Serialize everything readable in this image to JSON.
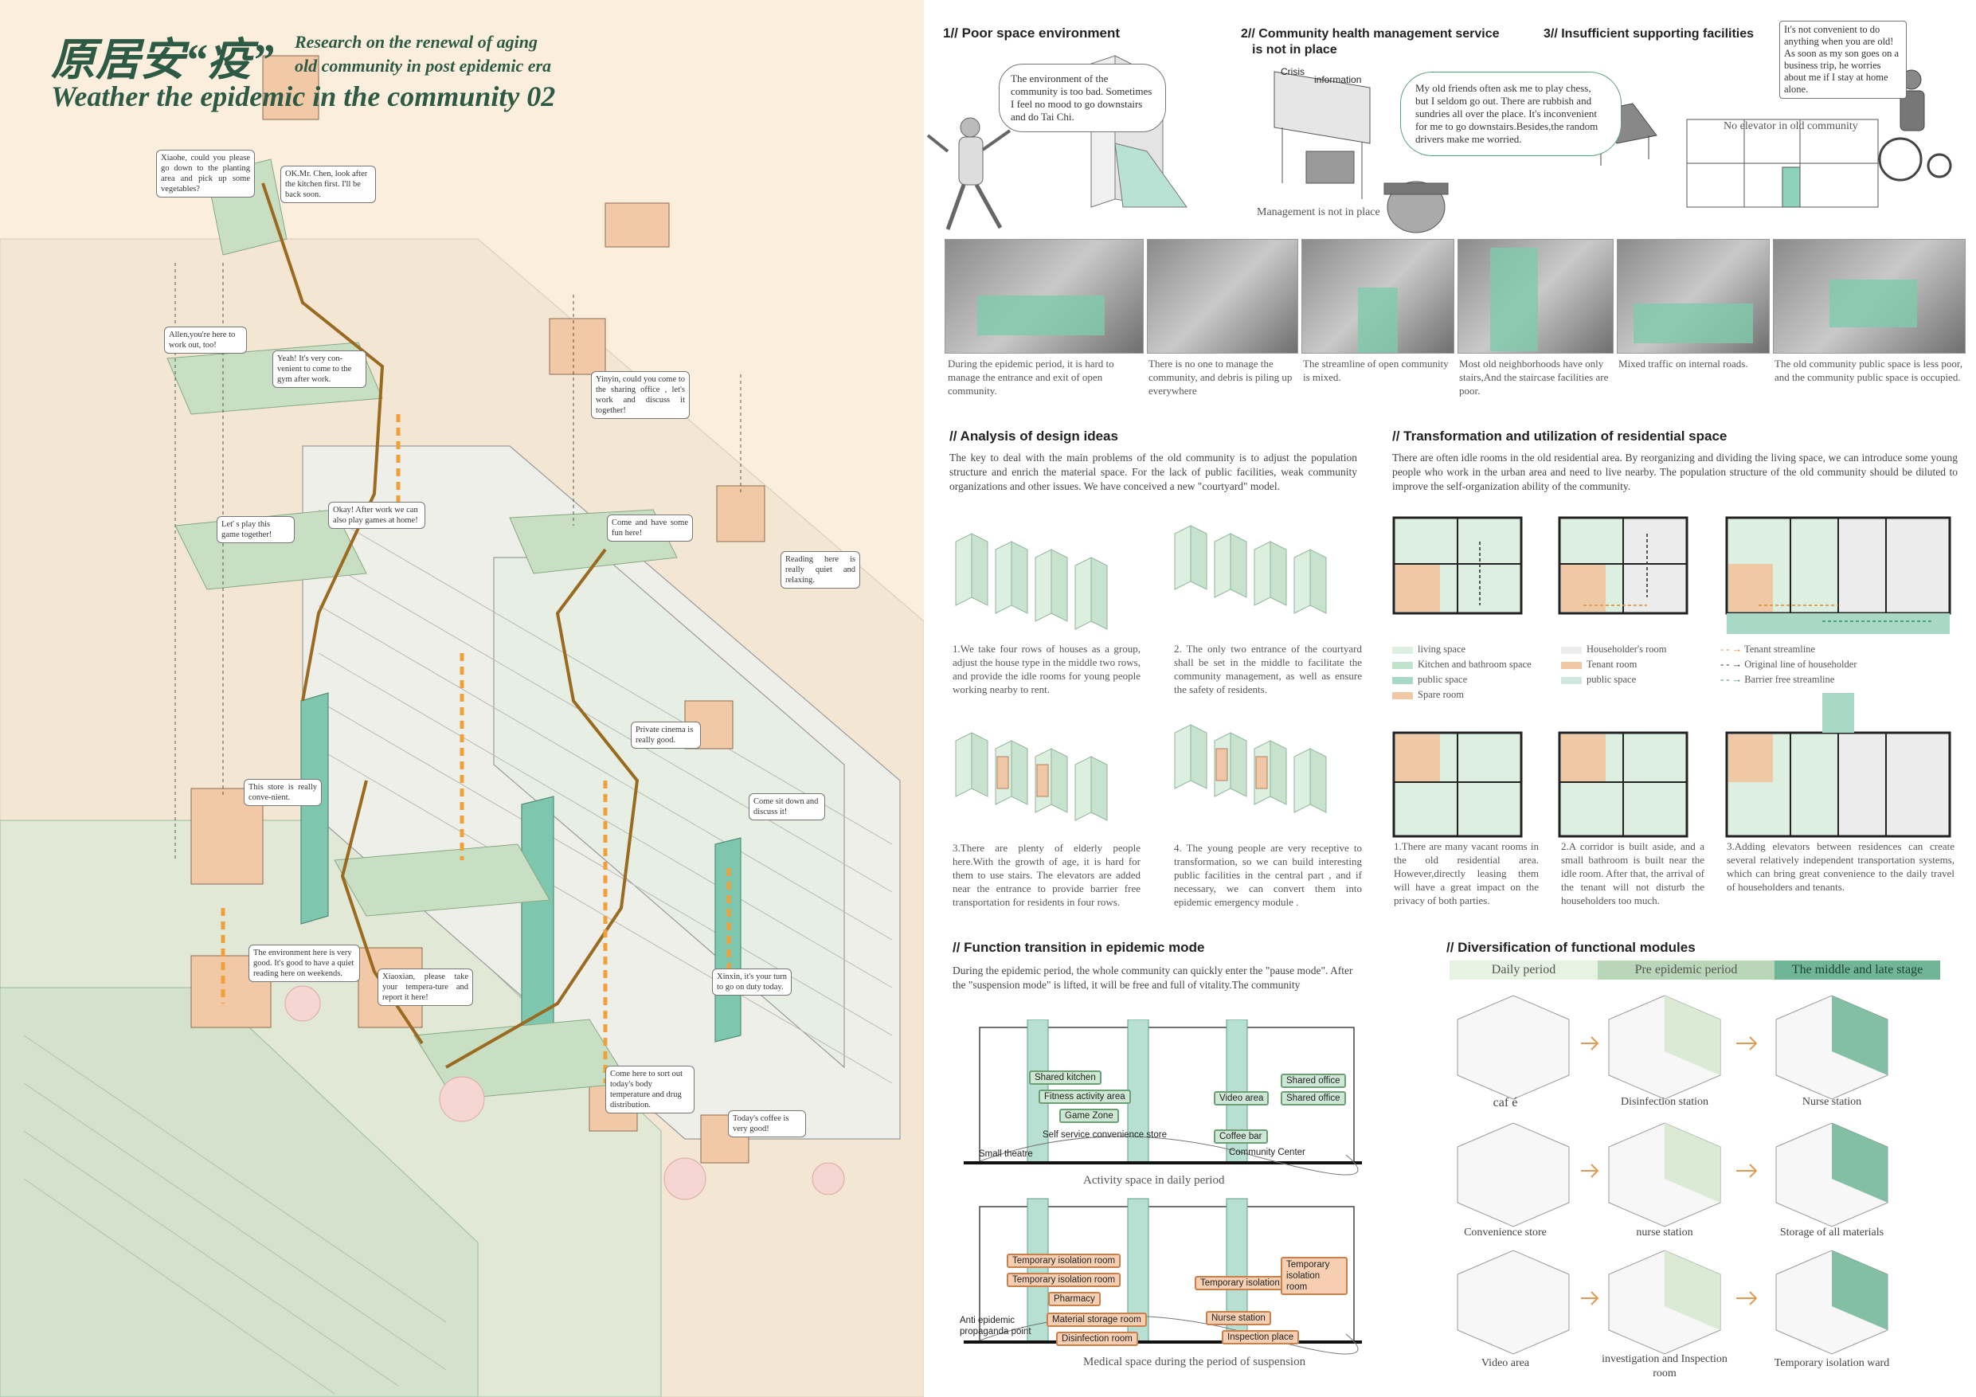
{
  "left": {
    "title_cn": "原居安“疫”",
    "title_en_line1": "Research on the renewal of aging",
    "title_en_line2": "old community in post epidemic era",
    "title_main": "Weather the epidemic in the community 02",
    "bubbles": [
      "Xiaohe, could you please go down to the planting area and pick up some vegetables?",
      "OK.Mr. Chen, look after the kitchen first. I'll be back soon.",
      "Allen,you're here to work out, too!",
      "Yeah! It's very con-venient to come to the gym after work.",
      "Yinyin, could you come to the sharing office , let's work and discuss it together!",
      "Let' s play this game together!",
      "Okay! After work we can also play games at home!",
      "Come and have some fun here!",
      "Reading here is really quiet and relaxing.",
      "Private cinema is really good.",
      "This store is really conve-nient.",
      "Come sit down and discuss it!",
      "The environment here is very good. It's good to have a quiet reading here on weekends.",
      "Xiaoxian, please take your tempera-ture and report it here!",
      "Xinxin, it's your turn to go on duty today.",
      "Come here to sort out today's body temperature and drug distribution.",
      "Today's coffee is very good!"
    ]
  },
  "problems": {
    "h1": "1// Poor space environment",
    "h2a": "2// Community health management service",
    "h2b": "is not in place",
    "h3": "3// Insufficient supporting facilities",
    "quote1": "The environment of the community is too bad. Sometimes I feel no mood to go downstairs and do Tai Chi.",
    "quote2": "My old friends often ask me to play chess, but I seldom go out. There are rubbish and sundries all over the place. It's inconvenient for me to go downstairs.Besides,the random drivers make me worried.",
    "quote3": "It's not convenient to do anything when you are old! As soon as my son goes on a business trip, he worries about me if I stay at home alone.",
    "sign_crisis": "Crisis",
    "sign_info": "information",
    "mgmt": "Management is not in place",
    "elevator": "No elevator in old community",
    "photo_captions": [
      "During the epidemic period, it is hard to manage the entrance and exit of open community.",
      "There is no one to manage the community, and debris is piling up everywhere",
      "The streamline of open community is mixed.",
      "Most old neighborhoods have only stairs,And the staircase facilities are poor.",
      "Mixed traffic on internal roads.",
      "The old community public space is less poor, and the community public space is occupied."
    ]
  },
  "analysis": {
    "heading": "// Analysis of design ideas",
    "intro": "The key to deal with the main problems of the old community is to adjust the population structure and enrich the material space. For the lack of public facilities, weak community organizations and other issues. We have conceived a new \"courtyard\" model.",
    "steps": [
      "1.We take four rows of houses as a group, adjust the house type in the middle two rows, and provide the idle rooms for young people working nearby to rent.",
      "2. The only two entrance of the courtyard shall be set in the middle to facilitate the community management, as well as ensure the safety of residents.",
      "3.There are plenty of elderly people here.With the growth of age, it is hard for them to use stairs. The elevators are added near the entrance to provide barrier free transportation for residents in four rows.",
      "4. The young people are very receptive to transformation, so we can build interesting public facilities in the central part , and if necessary, we can convert them into epidemic emergency module ."
    ]
  },
  "transform": {
    "heading": "// Transformation and utilization of residential space",
    "intro": "There are often idle rooms in the old residential area. By reorganizing and dividing the living space, we can introduce some young people who work in the urban area and need to live nearby. The population structure of the old community should be diluted to improve the self-organization ability of the community.",
    "legend": [
      {
        "label": "living space",
        "color": "#dcefe0"
      },
      {
        "label": "Kitchen and bathroom space",
        "color": "#bfe3cb"
      },
      {
        "label": "public space",
        "color": "#a9d9c6"
      },
      {
        "label": "Spare room",
        "color": "#efc9a6"
      },
      {
        "label": "Householder's room",
        "color": "#ececec"
      },
      {
        "label": "Tenant room",
        "color": "#efc9a6"
      },
      {
        "label": "public space",
        "color": "#cfe7dd"
      }
    ],
    "lines": [
      "Tenant streamline",
      "Original line of householder",
      "Barrier free streamline"
    ],
    "steps": [
      "1.There are many vacant rooms in the old residential area. However,directly leasing them will have a great impact on the privacy of both parties.",
      "2.A corridor is built aside, and a small bathroom is built near the idle room. After that, the arrival of the tenant will not disturb the householders too much.",
      "3.Adding elevators between residences can create several relatively independent transportation systems, which can bring great convenience to the daily travel of householders and tenants."
    ]
  },
  "function": {
    "heading": "// Function transition in epidemic mode",
    "intro": "During the epidemic period, the whole community can quickly enter the \"pause mode\". After the \"suspension mode\" is lifted, it will be free and full of vitality.The community",
    "daily_caption": "Activity space in daily period",
    "medical_caption": "Medical space during the period of suspension",
    "daily_tags": [
      "Shared kitchen",
      "Fitness activity area",
      "Game Zone",
      "Self service convenience store",
      "Small theatre",
      "Video area",
      "Shared office",
      "Shared office",
      "Coffee bar",
      "Community Center"
    ],
    "medical_tags": [
      "Temporary isolation room",
      "Temporary isolation room",
      "Pharmacy",
      "Material storage room",
      "Disinfection room",
      "Anti epidemic propaganda point",
      "Temporary isolation room",
      "Nurse station",
      "Inspection place",
      "Temporary isolation room"
    ]
  },
  "modules": {
    "heading": "// Diversification of functional modules",
    "phases": [
      "Daily period",
      "Pre epidemic period",
      "The middle and late stage"
    ],
    "phase_colors": [
      "#e6f2e2",
      "#b9d7b8",
      "#6fb596"
    ],
    "rows": [
      [
        "caf é",
        "Disinfection station",
        "Nurse station"
      ],
      [
        "Convenience store",
        "nurse station",
        "Storage of all materials"
      ],
      [
        "Video area",
        "investigation and Inspection room",
        "Temporary isolation ward"
      ]
    ]
  }
}
